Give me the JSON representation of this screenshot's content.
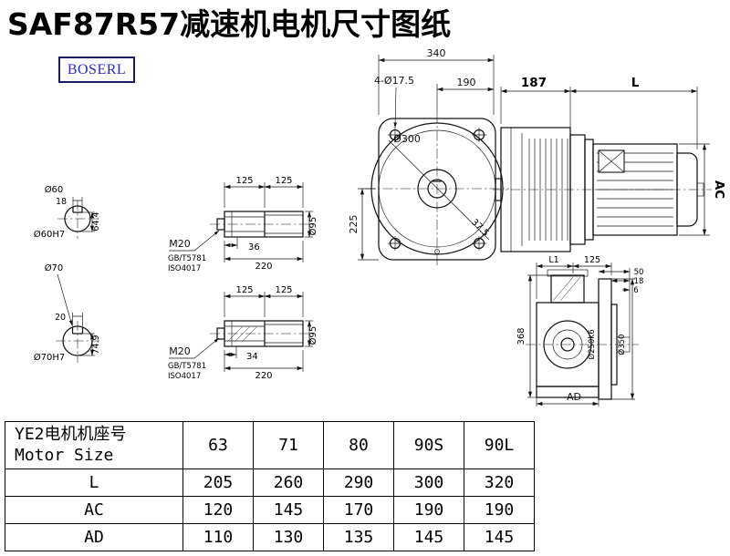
{
  "page": {
    "title": "SAF87R57减速机电机尺寸图纸",
    "logo_text": "BOSERL"
  },
  "front_view": {
    "width": "340",
    "holes": "4-Ø17.5",
    "pitch": "190",
    "flange_dia": "Ø300",
    "height": "225",
    "angle": "37.5"
  },
  "side_view": {
    "gearbox_len": "187",
    "motor_len": "L",
    "motor_dia": "AC"
  },
  "rear_view": {
    "l1": "L1",
    "dim125": "125",
    "d50": "50",
    "d18": "18",
    "d6": "6",
    "height": "368",
    "spigot": "Ø250k6",
    "flange": "Ø350",
    "ad": "AD"
  },
  "bore60": {
    "dia": "Ø60",
    "key_w": "18",
    "key_h": "64.4",
    "fit": "Ø60H7"
  },
  "bore70": {
    "dia": "Ø70",
    "key_w": "20",
    "key_h": "74.9",
    "fit": "Ø70H7"
  },
  "shaft1": {
    "seg1": "125",
    "seg2": "125",
    "thread": "M20",
    "std_gb": "GB/T5781",
    "std_iso": "ISO4017",
    "key_len": "36",
    "total": "220",
    "dia": "Ø95"
  },
  "shaft2": {
    "seg1": "125",
    "seg2": "125",
    "thread": "M20",
    "std_gb": "GB/T5781",
    "std_iso": "ISO4017",
    "key_len": "34",
    "total": "220",
    "dia": "Ø95"
  },
  "table": {
    "header_line1": "YE2电机机座号",
    "header_line2": "Motor Size",
    "sizes": [
      "63",
      "71",
      "80",
      "90S",
      "90L"
    ],
    "rows": [
      {
        "label": "L",
        "values": [
          "205",
          "260",
          "290",
          "300",
          "320"
        ]
      },
      {
        "label": "AC",
        "values": [
          "120",
          "145",
          "170",
          "190",
          "190"
        ]
      },
      {
        "label": "AD",
        "values": [
          "110",
          "130",
          "135",
          "145",
          "145"
        ]
      }
    ]
  }
}
